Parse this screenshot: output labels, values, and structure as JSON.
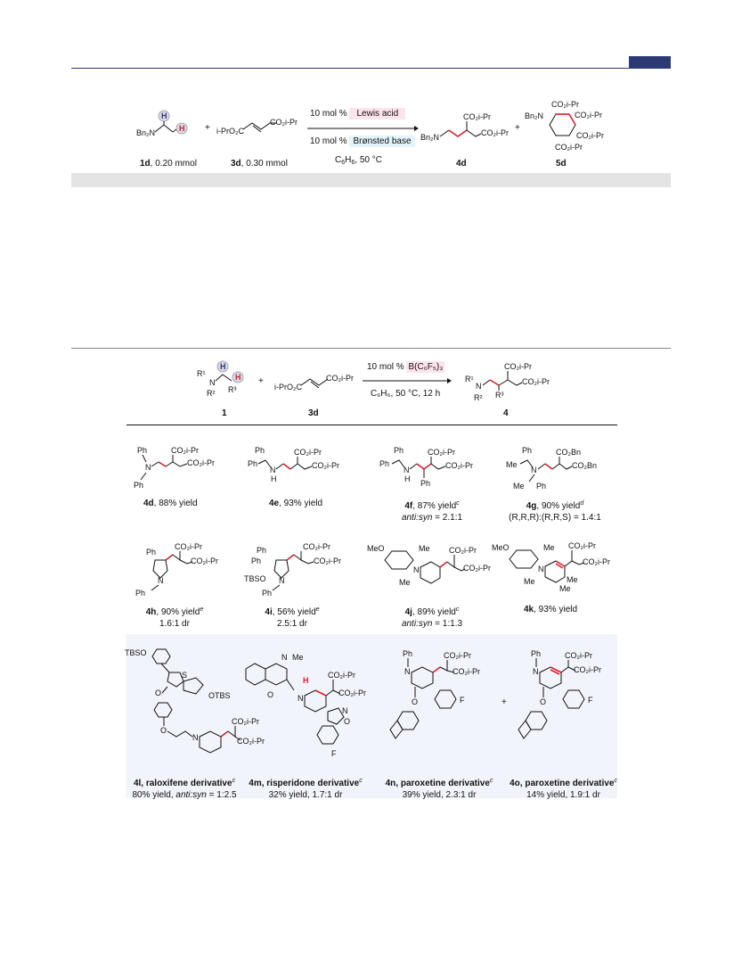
{
  "scheme1": {
    "reactant1_label": "1d",
    "reactant1_amount": ", 0.20 mmol",
    "reactant2_label": "3d",
    "reactant2_amount": ", 0.30 mmol",
    "catalyst_loading_top": "10 mol %",
    "lewis_acid": "Lewis acid",
    "catalyst_loading_bottom": "10 mol %",
    "bronsted_base": "Brønsted base",
    "solvent_prefix": "C",
    "solvent_sub1": "6",
    "solvent_mid": "H",
    "solvent_sub2": "6",
    "temperature": ", 50 °C",
    "product1_label": "4d",
    "product2_label": "5d",
    "plus": "+",
    "atom_h": "H",
    "bn2n": "Bn₂N",
    "iprO2C": "i-PrO₂C",
    "co2ipr": "CO₂i-Pr"
  },
  "scheme2": {
    "reactant1_label": "1",
    "reactant2_label": "3d",
    "product_label": "4",
    "catalyst_loading": "10 mol %",
    "catalyst": "B(C₆F₅)₃",
    "conditions": "C₆H₆, 50 °C, 12 h",
    "plus": "+"
  },
  "entries": [
    {
      "id": "4d",
      "line1": ", 88% yield",
      "line2": ""
    },
    {
      "id": "4e",
      "line1": ", 93% yield",
      "line2": ""
    },
    {
      "id": "4f",
      "line1": ", 87% yield",
      "sup": "c",
      "line2_it": "anti:syn",
      "line2": " = 2.1:1"
    },
    {
      "id": "4g",
      "line1": ", 90% yield",
      "sup": "d",
      "line2": "(R,R,R):(R,R,S) = 1.4:1"
    },
    {
      "id": "4h",
      "line1": ", 90% yield",
      "sup": "e",
      "line2": "1.6:1 dr"
    },
    {
      "id": "4i",
      "line1": ", 56% yield",
      "sup": "e",
      "line2": "2.5:1 dr"
    },
    {
      "id": "4j",
      "line1": ", 89% yield",
      "sup": "c",
      "line2_it": "anti:syn",
      "line2": " = 1:1.3"
    },
    {
      "id": "4k",
      "line1": ", 93% yield",
      "line2": ""
    },
    {
      "id": "4l",
      "line1": ", raloxifene derivative",
      "sup": "c",
      "line2_pre": "80% yield, ",
      "line2_it": "anti:syn",
      "line2": " = 1:2.5"
    },
    {
      "id": "4m",
      "line1": ", risperidone derivative",
      "sup": "c",
      "line2": "32% yield, 1.7:1 dr"
    },
    {
      "id": "4n",
      "line1": ", paroxetine derivative",
      "sup": "c",
      "line2": "39% yield, 2.3:1 dr"
    },
    {
      "id": "4o",
      "line1": ", paroxetine derivative",
      "sup": "c",
      "line2": "14% yield, 1.9:1 dr"
    }
  ],
  "struct_text": {
    "co2ipr": "CO₂i-Pr",
    "co2bn": "CO₂Bn",
    "ph": "Ph",
    "me": "Me",
    "meo": "MeO",
    "tbso": "TBSO",
    "otbs": "OTBS",
    "n": "N",
    "h": "H",
    "o": "O",
    "s": "S",
    "f": "F",
    "r1": "R¹",
    "r2": "R²",
    "r3": "R³",
    "plus": "+"
  },
  "colors": {
    "accent": "#2b3a74",
    "red_bond": "#d8202a",
    "panel": "#f2f4fb"
  }
}
